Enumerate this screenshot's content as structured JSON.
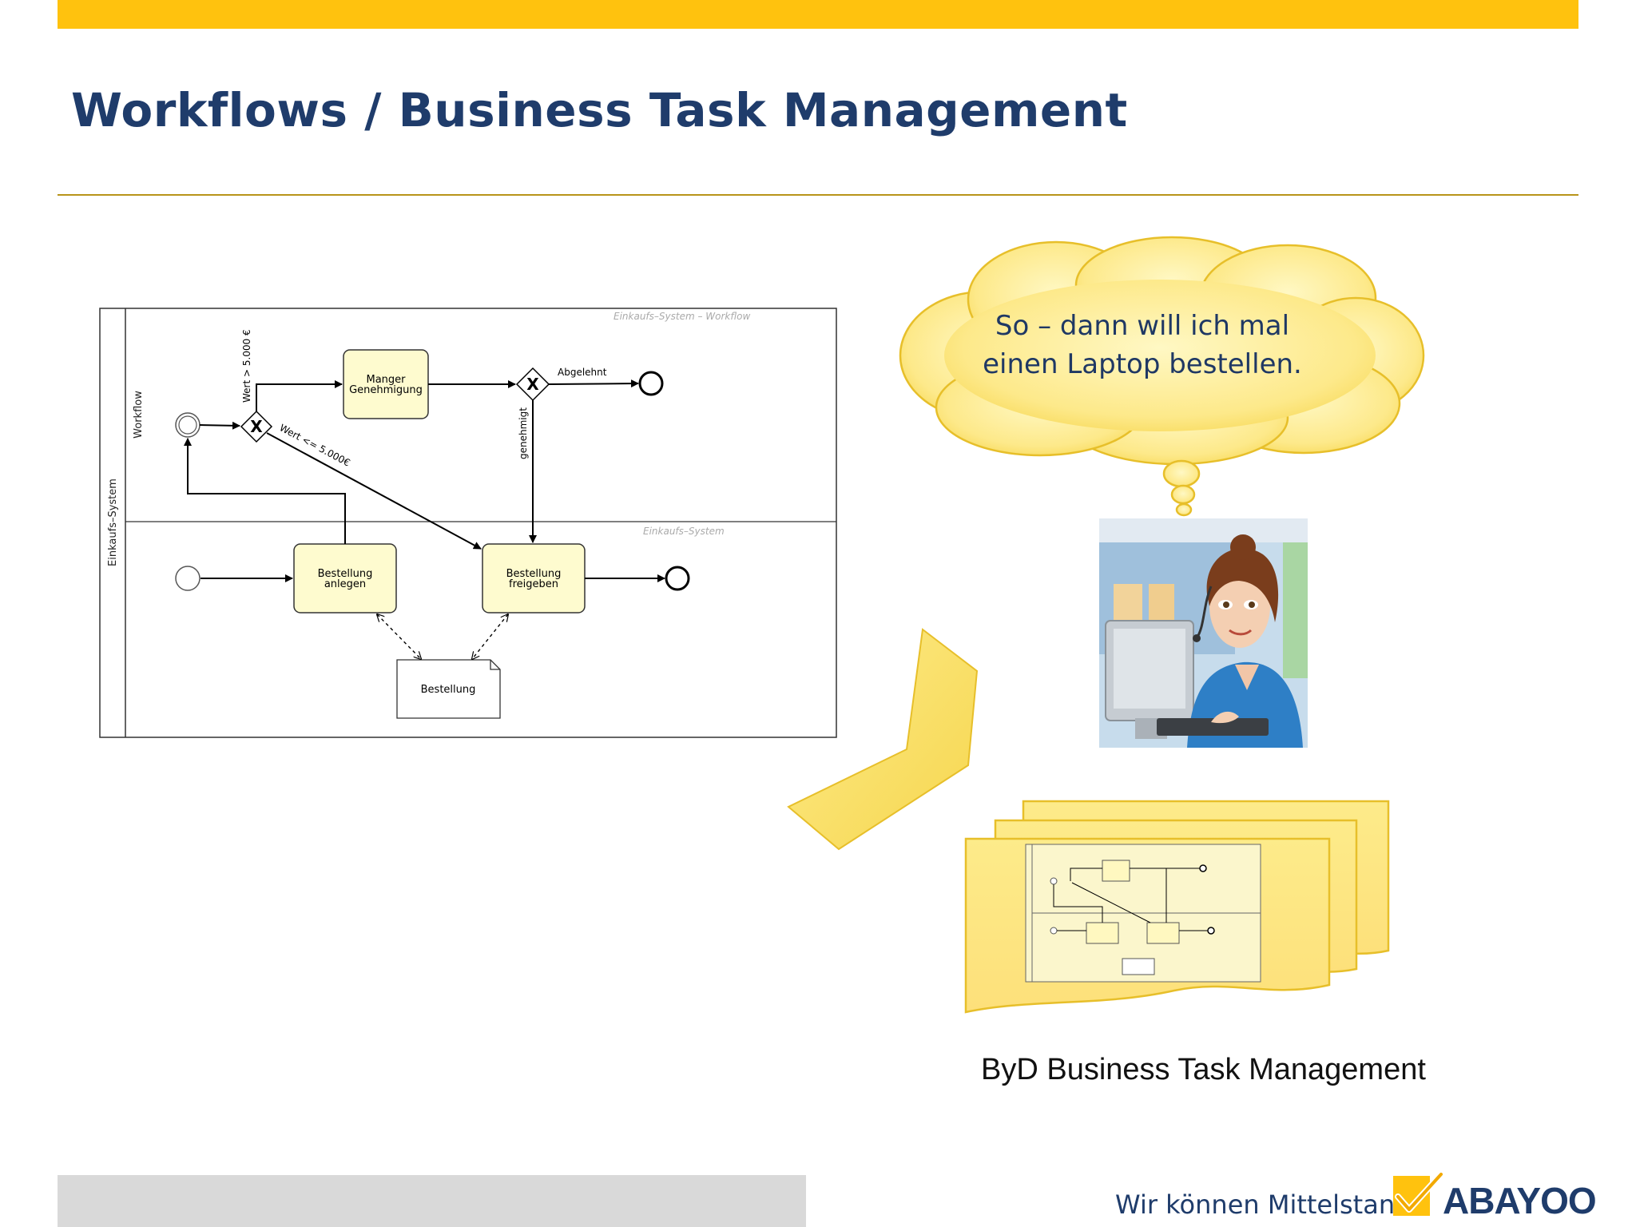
{
  "slide": {
    "title": "Workflows / Business Task Management"
  },
  "diagram": {
    "pool_label": "Einkaufs–System",
    "lane_top_label": "Workflow",
    "lane_top_watermark": "Einkaufs–System – Workflow",
    "lane_bottom_watermark": "Einkaufs–System",
    "task_approval": [
      "Manger",
      "Genehmigung"
    ],
    "task_create": [
      "Bestellung",
      "anlegen"
    ],
    "task_release": [
      "Bestellung",
      "freigeben"
    ],
    "data_object": "Bestellung",
    "gateway_symbol": "X",
    "flow_over": "Wert > 5.000 €",
    "flow_under": "Wert <= 5.000€",
    "flow_rejected": "Abgelehnt",
    "flow_approved": "genehmigt"
  },
  "thought": {
    "line1": "So – dann will ich mal",
    "line2": "einen Laptop bestellen."
  },
  "caption": "ByD Business Task Management",
  "footer": {
    "tagline": "Wir können Mittelstand.",
    "brand": "ABAYOO"
  },
  "colors": {
    "accent_bar": "#ffc20e",
    "title": "#1f3c6b",
    "task_fill": "#fefbcf",
    "cloud_fill": "#fdeb8a",
    "doc_fill": "#fde98a"
  }
}
